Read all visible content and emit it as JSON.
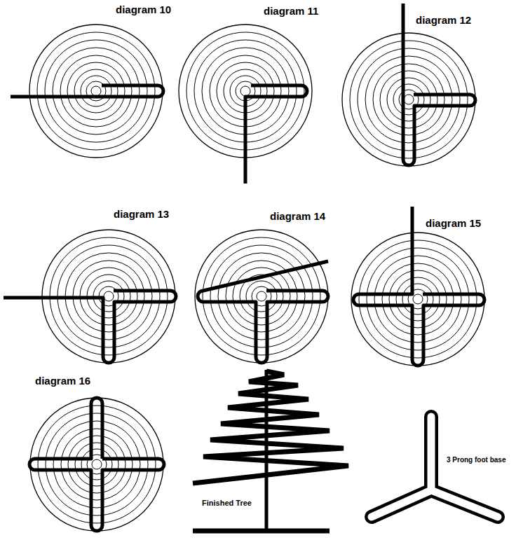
{
  "diagram": {
    "labels": [
      "diagram 10",
      "diagram 11",
      "diagram 12",
      "diagram 13",
      "diagram 14",
      "diagram 15",
      "diagram 16",
      "Finished Tree",
      "3 Prong foot base"
    ]
  }
}
